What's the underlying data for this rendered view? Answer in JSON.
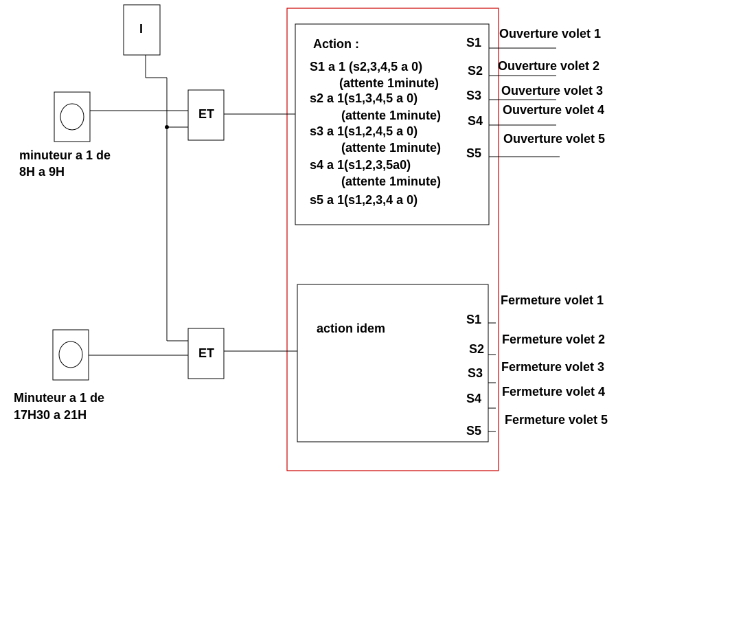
{
  "diagram": {
    "switch_label": "I",
    "gate_top_label": "ET",
    "gate_bottom_label": "ET",
    "timer_top": {
      "line1": "minuteur a 1 de",
      "line2": "8H a 9H"
    },
    "timer_bottom": {
      "line1": "Minuteur a 1 de",
      "line2": "17H30 a 21H"
    },
    "action_top": {
      "title": "Action :",
      "lines": [
        "S1 a 1 (s2,3,4,5 a 0)",
        "(attente 1minute)",
        "s2 a 1(s1,3,4,5 a 0)",
        "(attente 1minute)",
        "s3 a 1(s1,2,4,5 a 0)",
        "(attente 1minute)",
        "s4 a 1(s1,2,3,5a0)",
        "(attente 1minute)",
        "s5 a 1(s1,2,3,4 a 0)"
      ],
      "ports": [
        "S1",
        "S2",
        "S3",
        "S4",
        "S5"
      ],
      "outputs": [
        "Ouverture volet 1",
        "Ouverture volet 2",
        "Ouverture volet 3",
        "Ouverture volet 4",
        "Ouverture volet 5"
      ]
    },
    "action_bottom": {
      "title": "action idem",
      "ports": [
        "S1",
        "S2",
        "S3",
        "S4",
        "S5"
      ],
      "outputs": [
        "Fermeture volet 1",
        "Fermeture volet 2",
        "Fermeture volet 3",
        "Fermeture volet 4",
        "Fermeture volet 5"
      ]
    },
    "colors": {
      "enclosure": "#cc0000",
      "stroke": "#000000",
      "background": "#ffffff"
    }
  }
}
